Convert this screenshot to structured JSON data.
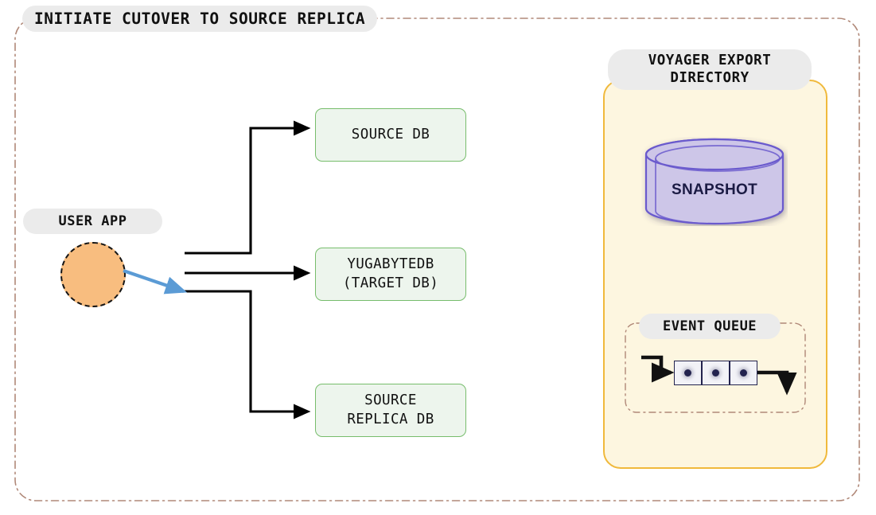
{
  "diagram": {
    "title": "INITIATE CUTOVER TO SOURCE REPLICA",
    "background_color": "#ffffff",
    "frame_border_color": "#b08878"
  },
  "actor": {
    "label": "USER APP",
    "shape": "circle",
    "fill_color": "#f8bd7f",
    "border_color": "#141414"
  },
  "databases": {
    "source": {
      "label": "SOURCE DB"
    },
    "target": {
      "label": "YUGABYTEDB\n(TARGET DB)"
    },
    "replica": {
      "label": "SOURCE\nREPLICA DB"
    },
    "box_fill_color": "#edf5ed",
    "box_border_color": "#77bd6c"
  },
  "voyager": {
    "label": "VOYAGER EXPORT\nDIRECTORY",
    "fill_color": "#fdf6e0",
    "border_color": "#f0b93c",
    "snapshot": {
      "label": "SNAPSHOT",
      "fill_color": "#cdc6e8",
      "border_color": "#6a5acd",
      "text_color": "#1b1b44"
    },
    "event_queue": {
      "label": "EVENT QUEUE",
      "cells": [
        {
          "id": "event-1"
        },
        {
          "id": "event-2"
        },
        {
          "id": "event-3"
        }
      ],
      "cell_fill_color": "#f2f2f7",
      "cell_border_color": "#23234e",
      "dot_color": "#23234e"
    }
  },
  "connectors": {
    "user_app_to_replica_color": "#5b9bd5",
    "flow_line_color": "#000000"
  }
}
